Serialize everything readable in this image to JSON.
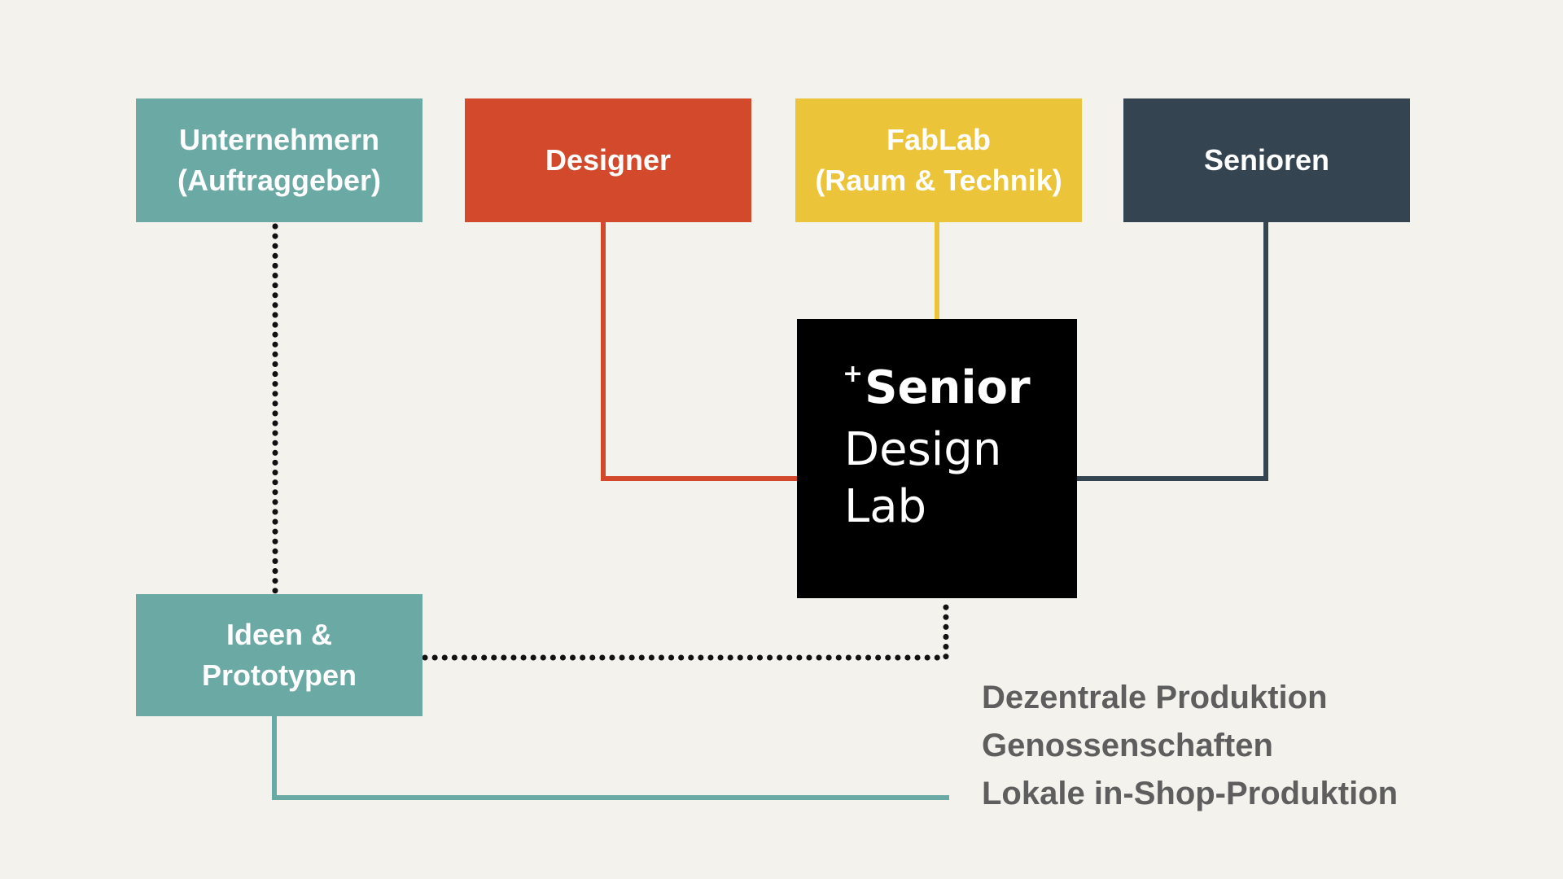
{
  "colors": {
    "background": "#f3f2ed",
    "teal": "#6ba9a5",
    "red": "#d2492b",
    "yellow": "#ecc43a",
    "navy": "#354451",
    "black": "#000000",
    "dotted": "#111111",
    "output_text": "#5e5e5e"
  },
  "boxes": {
    "unternehmer": {
      "lines": [
        "Unternehmern",
        "(Auftraggeber)"
      ],
      "color": "#6ba9a5"
    },
    "designer": {
      "lines": [
        "Designer"
      ],
      "color": "#d2492b"
    },
    "fablab": {
      "lines": [
        "FabLab",
        "(Raum & Technik)"
      ],
      "color": "#ecc43a"
    },
    "senioren": {
      "lines": [
        "Senioren"
      ],
      "color": "#354451"
    },
    "ideen": {
      "lines": [
        "Ideen &",
        "Prototypen"
      ],
      "color": "#6ba9a5"
    }
  },
  "center": {
    "superscript": "+",
    "line1": "Senior",
    "line2": "Design",
    "line3": "Lab"
  },
  "outputs": [
    "Dezentrale Produktion",
    "Genossenschaften",
    "Lokale in-Shop-Produktion"
  ]
}
